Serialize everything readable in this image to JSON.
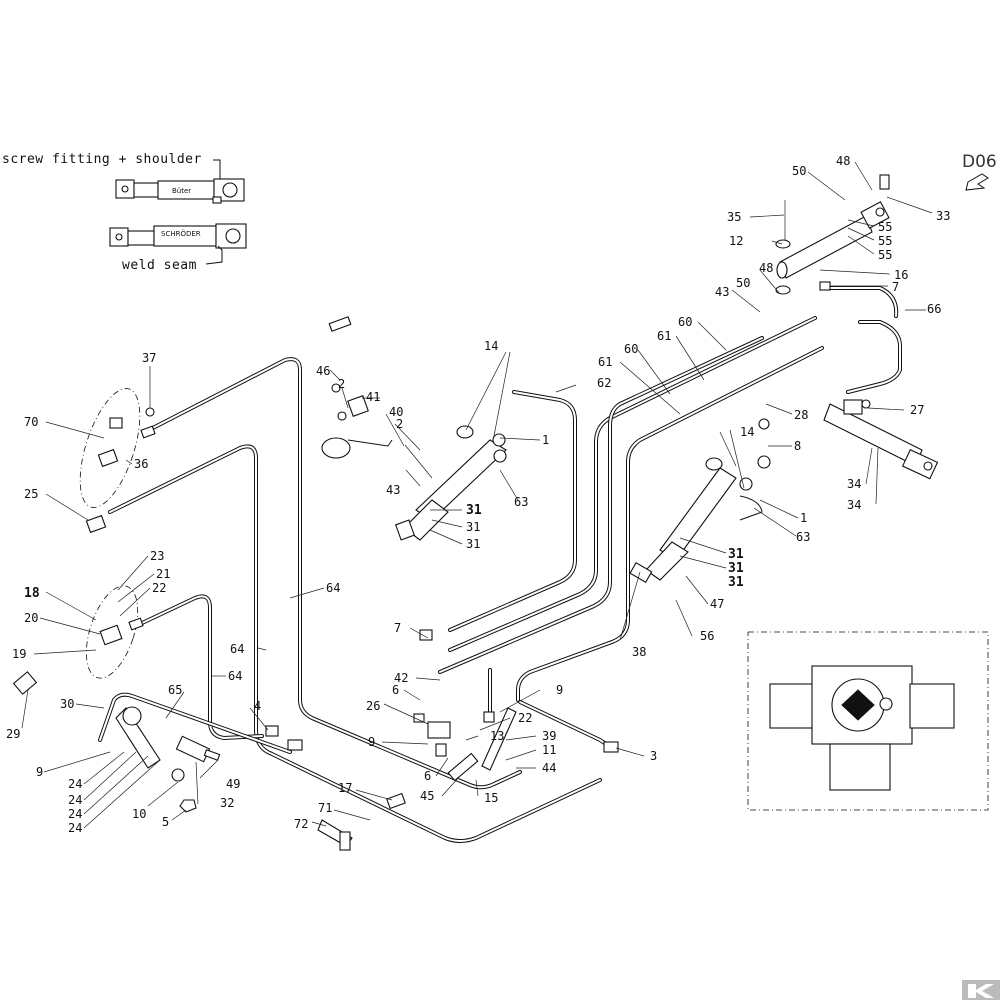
{
  "drawing": {
    "code": "D06",
    "annotations": {
      "screw_fitting": "screw fitting + shoulder",
      "weld_seam": "weld seam",
      "brand_buter": "Büter",
      "brand_schroder": "SCHRÖDER"
    },
    "callouts": [
      {
        "id": "c50a",
        "text": "50"
      },
      {
        "id": "c48a",
        "text": "48"
      },
      {
        "id": "c35",
        "text": "35"
      },
      {
        "id": "c12",
        "text": "12"
      },
      {
        "id": "c33",
        "text": "33"
      },
      {
        "id": "c55a",
        "text": "55"
      },
      {
        "id": "c55b",
        "text": "55"
      },
      {
        "id": "c55c",
        "text": "55"
      },
      {
        "id": "c16",
        "text": "16"
      },
      {
        "id": "c7a",
        "text": "7"
      },
      {
        "id": "c48b",
        "text": "48"
      },
      {
        "id": "c50b",
        "text": "50"
      },
      {
        "id": "c43a",
        "text": "43"
      },
      {
        "id": "c66",
        "text": "66"
      },
      {
        "id": "c60a",
        "text": "60"
      },
      {
        "id": "c61a",
        "text": "61"
      },
      {
        "id": "c61b",
        "text": "61"
      },
      {
        "id": "c60b",
        "text": "60"
      },
      {
        "id": "c14a",
        "text": "14"
      },
      {
        "id": "c62",
        "text": "62"
      },
      {
        "id": "c27",
        "text": "27"
      },
      {
        "id": "c28",
        "text": "28"
      },
      {
        "id": "c8",
        "text": "8"
      },
      {
        "id": "c14b",
        "text": "14"
      },
      {
        "id": "c34a",
        "text": "34"
      },
      {
        "id": "c34b",
        "text": "34"
      },
      {
        "id": "c1a",
        "text": "1"
      },
      {
        "id": "c63a",
        "text": "63"
      },
      {
        "id": "c1b",
        "text": "1"
      },
      {
        "id": "c63b",
        "text": "63"
      },
      {
        "id": "c31a",
        "text": "31"
      },
      {
        "id": "c31b",
        "text": "31"
      },
      {
        "id": "c31c",
        "text": "31"
      },
      {
        "id": "c31d",
        "text": "31"
      },
      {
        "id": "c31e",
        "text": "31"
      },
      {
        "id": "c31f",
        "text": "31"
      },
      {
        "id": "c47",
        "text": "47"
      },
      {
        "id": "c56",
        "text": "56"
      },
      {
        "id": "c38",
        "text": "38"
      },
      {
        "id": "c46",
        "text": "46"
      },
      {
        "id": "c2a",
        "text": "2"
      },
      {
        "id": "c41",
        "text": "41"
      },
      {
        "id": "c40",
        "text": "40"
      },
      {
        "id": "c2b",
        "text": "2"
      },
      {
        "id": "c43b",
        "text": "43"
      },
      {
        "id": "c37",
        "text": "37"
      },
      {
        "id": "c70",
        "text": "70"
      },
      {
        "id": "c36",
        "text": "36"
      },
      {
        "id": "c25",
        "text": "25"
      },
      {
        "id": "c64a",
        "text": "64"
      },
      {
        "id": "c64b",
        "text": "64"
      },
      {
        "id": "c64c",
        "text": "64"
      },
      {
        "id": "c23",
        "text": "23"
      },
      {
        "id": "c21",
        "text": "21"
      },
      {
        "id": "c18",
        "text": "18"
      },
      {
        "id": "c22a",
        "text": "22"
      },
      {
        "id": "c20",
        "text": "20"
      },
      {
        "id": "c19",
        "text": "19"
      },
      {
        "id": "c29",
        "text": "29"
      },
      {
        "id": "c7b",
        "text": "7"
      },
      {
        "id": "c42",
        "text": "42"
      },
      {
        "id": "c6a",
        "text": "6"
      },
      {
        "id": "c26",
        "text": "26"
      },
      {
        "id": "c9a",
        "text": "9"
      },
      {
        "id": "c22b",
        "text": "22"
      },
      {
        "id": "c13",
        "text": "13"
      },
      {
        "id": "c39",
        "text": "39"
      },
      {
        "id": "c11",
        "text": "11"
      },
      {
        "id": "c44",
        "text": "44"
      },
      {
        "id": "c9b",
        "text": "9"
      },
      {
        "id": "c6b",
        "text": "6"
      },
      {
        "id": "c45",
        "text": "45"
      },
      {
        "id": "c15",
        "text": "15"
      },
      {
        "id": "c3",
        "text": "3"
      },
      {
        "id": "c65",
        "text": "65"
      },
      {
        "id": "c30",
        "text": "30"
      },
      {
        "id": "c4",
        "text": "4"
      },
      {
        "id": "c9c",
        "text": "9"
      },
      {
        "id": "c24a",
        "text": "24"
      },
      {
        "id": "c24b",
        "text": "24"
      },
      {
        "id": "c24c",
        "text": "24"
      },
      {
        "id": "c24d",
        "text": "24"
      },
      {
        "id": "c10",
        "text": "10"
      },
      {
        "id": "c5",
        "text": "5"
      },
      {
        "id": "c49",
        "text": "49"
      },
      {
        "id": "c32",
        "text": "32"
      },
      {
        "id": "c17",
        "text": "17"
      },
      {
        "id": "c71",
        "text": "71"
      },
      {
        "id": "c72",
        "text": "72"
      }
    ]
  }
}
